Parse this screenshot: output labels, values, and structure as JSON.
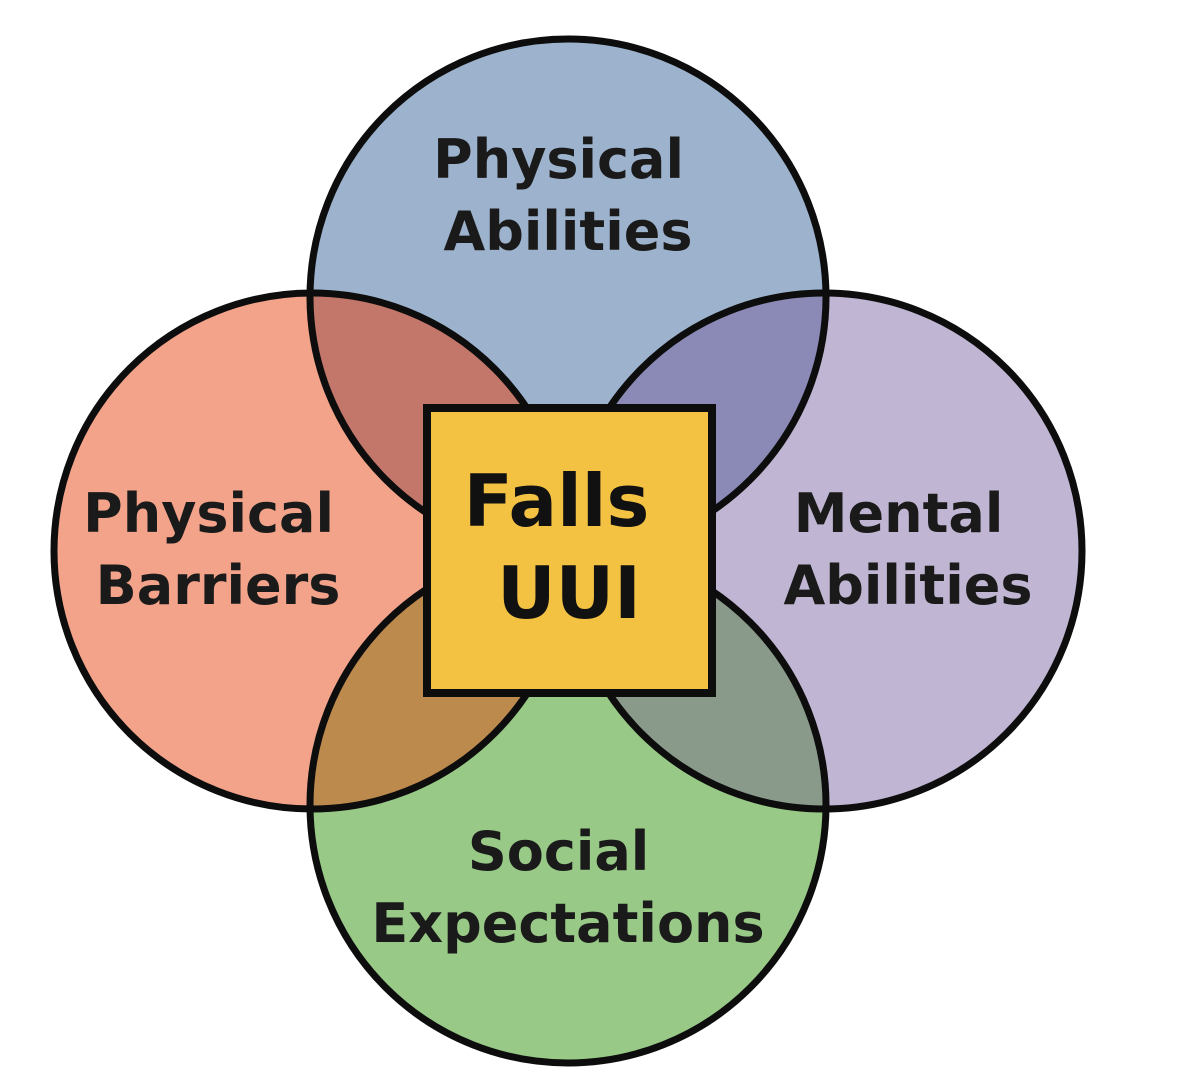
{
  "diagram": {
    "center": {
      "line1": "Falls",
      "line2": "UUI",
      "color": "#f4c243"
    },
    "circles": {
      "top": {
        "line1": "Physical",
        "line2": "Abilities",
        "color": "#9db3cd"
      },
      "left": {
        "line1": "Physical",
        "line2": "Barriers",
        "color": "#f2a38a"
      },
      "right": {
        "line1": "Mental",
        "line2": "Abilities",
        "color": "#c0b5d2"
      },
      "bottom": {
        "line1": "Social",
        "line2": "Expectations",
        "color": "#98c987"
      }
    },
    "overlap_colors": {
      "top_left": "#c3776b",
      "top_right": "#8b89b5",
      "bottom_left": "#bd8a4e",
      "bottom_right": "#8a9a8a"
    },
    "outline_color": "#0d0d0d"
  }
}
